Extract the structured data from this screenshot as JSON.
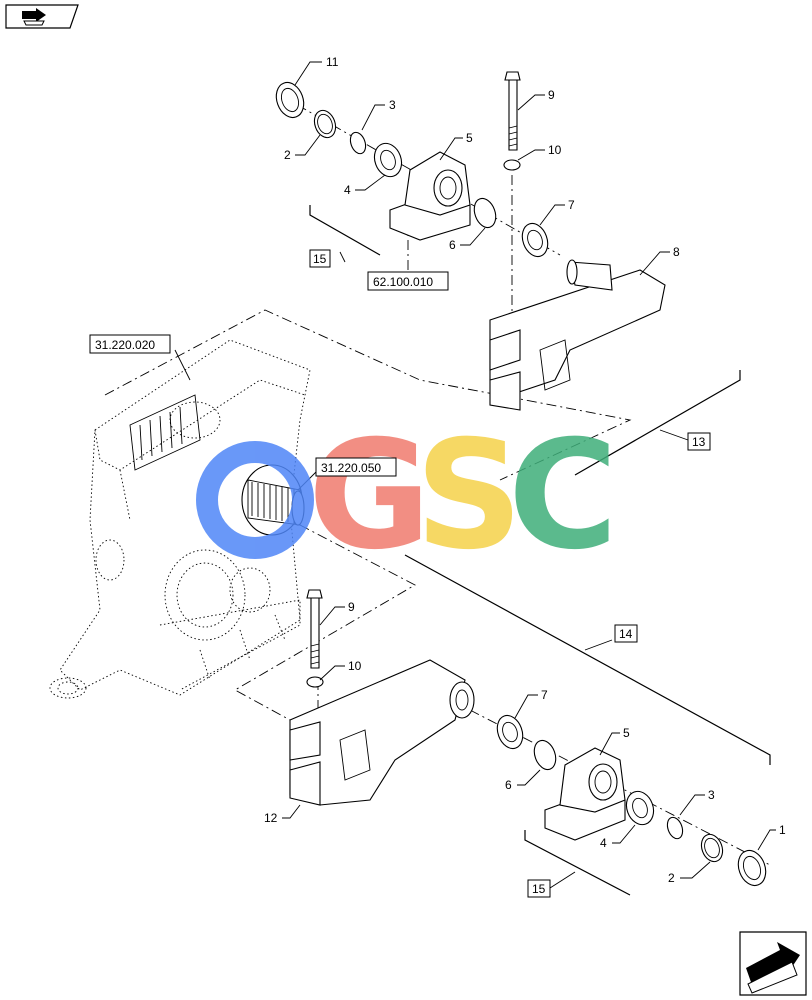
{
  "watermark": {
    "letters": [
      "G",
      "S",
      "C"
    ],
    "colors": {
      "gear": "#4f86f7",
      "g": "#f07b6e",
      "s": "#f5d24a",
      "c": "#3fae7a"
    }
  },
  "icons": {
    "top_left": "book-arrow-icon",
    "bottom_right": "next-page-arrow-icon"
  },
  "references": {
    "ref_62": "62.100.010",
    "ref_31_020": "31.220.020",
    "ref_31_050": "31.220.050"
  },
  "boxed_numbers": {
    "b15_top": "15",
    "b13": "13",
    "b14": "14",
    "b15_bottom": "15"
  },
  "callouts": {
    "c11": "11",
    "c9_top": "9",
    "c3_top": "3",
    "c5_top": "5",
    "c10_top": "10",
    "c2_top": "2",
    "c4_top": "4",
    "c7_top": "7",
    "c6_top": "6",
    "c8": "8",
    "c9_bot": "9",
    "c10_bot": "10",
    "c7_bot": "7",
    "c5_bot": "5",
    "c6_bot": "6",
    "c3_bot": "3",
    "c1": "1",
    "c4_bot": "4",
    "c2_bot": "2",
    "c12": "12"
  }
}
